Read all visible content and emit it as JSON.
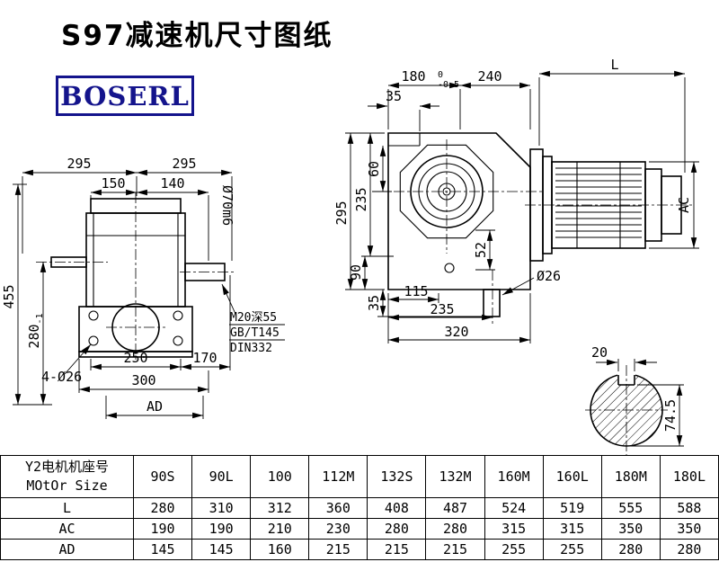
{
  "page": {
    "title": "S97减速机尺寸图纸",
    "logo_text": "BOSERL"
  },
  "colors": {
    "logo_navy": "#14148c",
    "line_black": "#000000",
    "background": "#ffffff"
  },
  "left_view": {
    "dim_top_left": "295",
    "dim_top_right": "295",
    "dim_150": "150",
    "dim_140": "140",
    "dim_shaft_dia": "Ø70m6",
    "dim_total_height": "455",
    "dim_280": "280",
    "dim_280_tol": "-1",
    "dim_holes": "4-Ø26",
    "dim_250": "250",
    "dim_170": "170",
    "dim_300": "300",
    "dim_ad": "AD",
    "note_line1": "M20深55",
    "note_line2": "GB/T145",
    "note_line3": "DIN332"
  },
  "front_view": {
    "dim_180": "180",
    "dim_180_tol_upper": "0",
    "dim_180_tol_lower": "-0.5",
    "dim_240": "240",
    "dim_l": "L",
    "dim_35_top": "35",
    "dim_60": "60",
    "dim_295": "295",
    "dim_235_vertical": "235",
    "dim_90": "90",
    "dim_35_bottom": "35",
    "dim_52": "52",
    "dim_115": "115",
    "dim_235_horizontal": "235",
    "dim_320": "320",
    "dim_output_dia": "Ø26",
    "dim_ac": "AC"
  },
  "shaft_section": {
    "dim_key_width": "20",
    "dim_key_height": "74.5"
  },
  "table": {
    "header_cn": "Y2电机机座号",
    "header_en": "MOtOr Size",
    "motor_sizes": [
      "90S",
      "90L",
      "100",
      "112M",
      "132S",
      "132M",
      "160M",
      "160L",
      "180M",
      "180L"
    ],
    "rows": [
      {
        "label": "L",
        "values": [
          "280",
          "310",
          "312",
          "360",
          "408",
          "487",
          "524",
          "519",
          "555",
          "588"
        ]
      },
      {
        "label": "AC",
        "values": [
          "190",
          "190",
          "210",
          "230",
          "280",
          "280",
          "315",
          "315",
          "350",
          "350"
        ]
      },
      {
        "label": "AD",
        "values": [
          "145",
          "145",
          "160",
          "215",
          "215",
          "215",
          "255",
          "255",
          "280",
          "280"
        ]
      }
    ]
  }
}
